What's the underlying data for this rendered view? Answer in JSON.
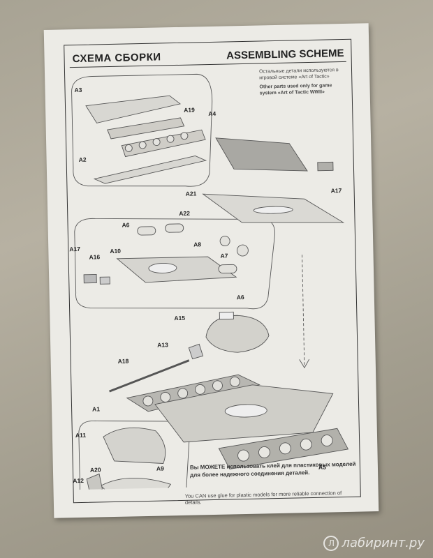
{
  "header": {
    "title_ru": "СХЕМА СБОРКИ",
    "title_en": "ASSEMBLING SCHEME"
  },
  "notes": {
    "other_parts_ru": "Остальные детали используются в игровой системе «Art of Tactic»",
    "other_parts_en": "Other parts used only for game system «Art of Tactic WWII»"
  },
  "glue": {
    "ru": "Вы МОЖЕТЕ использовать клей для пластиковых моделей для более надежного соединения деталей.",
    "en": "You CAN use glue for plastic models for more reliable connection of details."
  },
  "parts": {
    "a1": "A1",
    "a2": "A2",
    "a3": "A3",
    "a4": "A4",
    "a5": "A5",
    "a6": "A6",
    "a7": "A7",
    "a8": "A8",
    "a9": "A9",
    "a10": "A10",
    "a11": "A11",
    "a12": "A12",
    "a13": "A13",
    "a15": "A15",
    "a16": "A16",
    "a17": "A17",
    "a18": "A18",
    "a19": "A19",
    "a20": "A20",
    "a21": "A21",
    "a22": "A22"
  },
  "watermark": "лабиринт.ру"
}
